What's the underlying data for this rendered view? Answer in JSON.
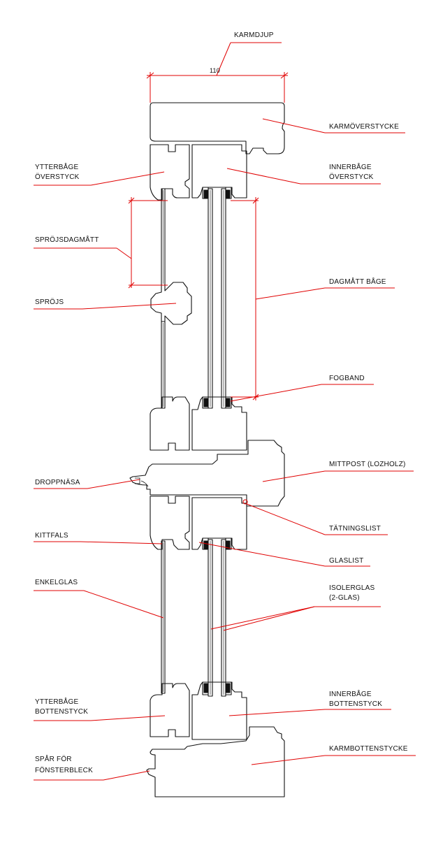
{
  "colors": {
    "outline": "#111111",
    "leader": "#e00000",
    "paper": "#ffffff"
  },
  "dimension": {
    "label": "KARMDJUP",
    "value": "110"
  },
  "labels": {
    "karmoverstycke": "KARMÖVERSTYCKE",
    "ytterbage_overstycke_1": "YTTERBÅGE",
    "ytterbage_overstycke_2": "ÖVERSTYCK",
    "innerbage_overstycke_1": "INNERBÅGE",
    "innerbage_overstycke_2": "ÖVERSTYCK",
    "sprojsdagmatt": "SPRÖJSDAGMÅTT",
    "dagmatt_bage": "DAGMÅTT BÅGE",
    "sprojs": "SPRÖJS",
    "fogband": "FOGBAND",
    "droppnasa": "DROPPNÄSA",
    "mittpost": "MITTPOST (LOZHOLZ)",
    "tatningslist": "TÄTNINGSLIST",
    "kittfals": "KITTFALS",
    "glaslist": "GLASLIST",
    "enkelglas": "ENKELGLAS",
    "isolerglas_1": "ISOLERGLAS",
    "isolerglas_2": "(2-GLAS)",
    "ytterbage_bottenstyck_1": "YTTERBÅGE",
    "ytterbage_bottenstyck_2": "BOTTENSTYCK",
    "innerbage_bottenstyck_1": "INNERBÅGE",
    "innerbage_bottenstyck_2": "BOTTENSTYCK",
    "karmbottenstycke": "KARMBOTTENSTYCKE",
    "spar_1": "SPÅR FÖR",
    "spar_2": "FÖNSTERBLECK"
  }
}
